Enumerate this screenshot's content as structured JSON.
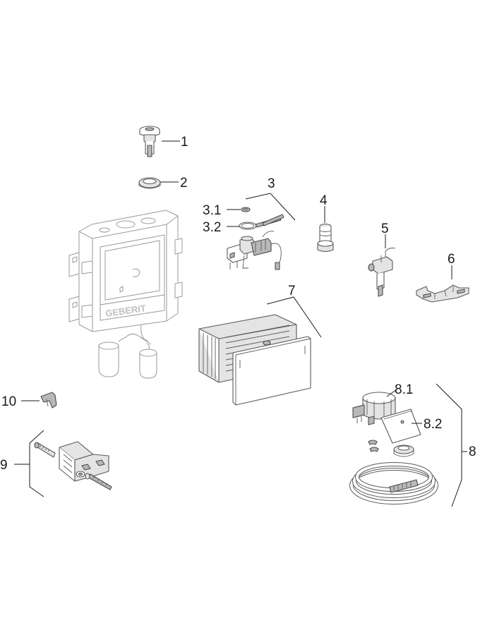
{
  "labels": {
    "p1": "1",
    "p2": "2",
    "p3": "3",
    "p3_1": "3.1",
    "p3_2": "3.2",
    "p4": "4",
    "p5": "5",
    "p6": "6",
    "p7": "7",
    "p8": "8",
    "p8_1": "8.1",
    "p8_2": "8.2",
    "p9": "9",
    "p10": "10"
  },
  "brand_text": "GEBERIT"
}
